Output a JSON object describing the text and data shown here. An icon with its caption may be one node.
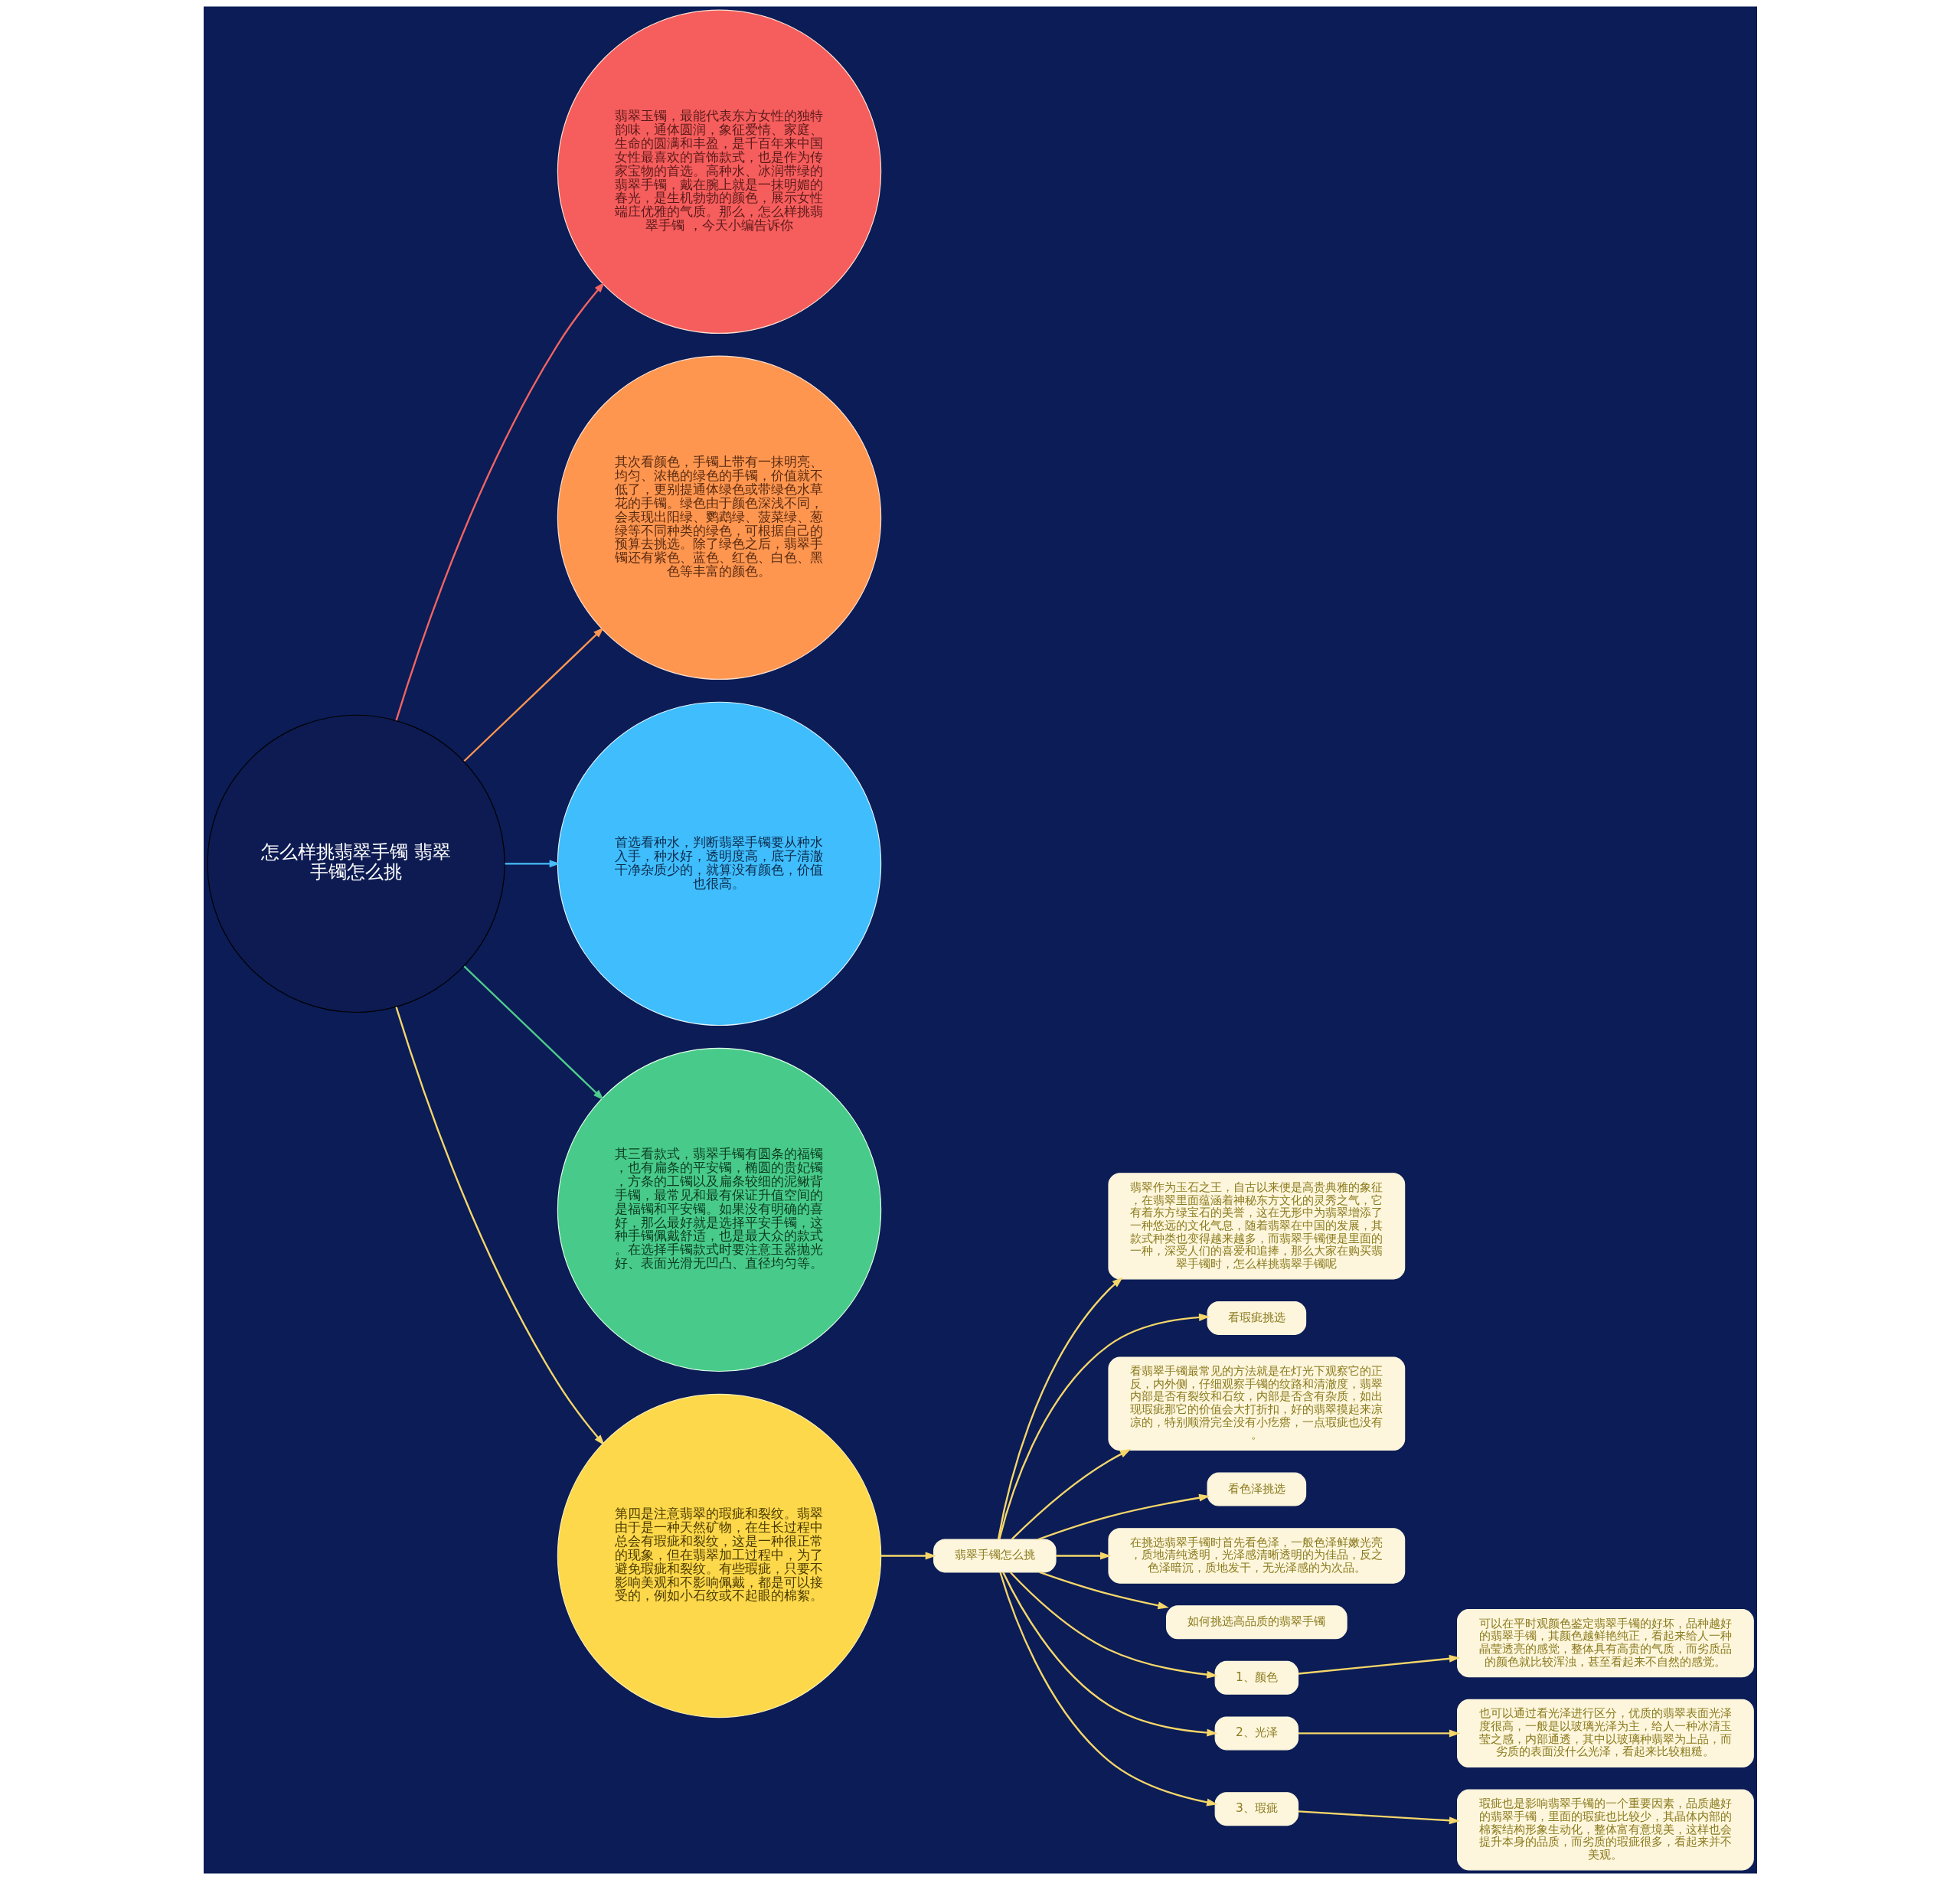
{
  "diagram": {
    "nodes": [
      {
        "text": [
          "怎么样挑翡翠手镯 翡翠手镯怎么挑"
        ]
      },
      {
        "text": [
          "翡翠玉镯，最能代表东方女性的独特韵味，通体圆润，象征爱情、家庭、生命的圆满和丰盈，是千百年来中国女性最喜欢的首饰款式，也是作为传家宝物的首选。高种水、冰润带绿的翡翠手镯，戴在腕上就是一抹明媚的春光，是生机勃勃的颜色，展示女性端庄优雅的气质。那么，怎么样挑翡翠手镯 ，今天小编告诉你"
        ]
      },
      {
        "text": [
          "其次看颜色，手镯上带有一抹明亮、均匀、浓艳的绿色的手镯，价值就不低了，更别提通体绿色或带绿色水草花的手镯。绿色由于颜色深浅不同，会表现出阳绿、鹦鹉绿、菠菜绿、葱绿等不同种类的绿色，可根据自己的预算去挑选。除了绿色之后，翡翠手镯还有紫色、蓝色、红色、白色、黑色等丰富的颜色。"
        ]
      },
      {
        "text": [
          "首选看种水，判断翡翠手镯要从种水入手，种水好，透明度高，底子清澈干净杂质少的，就算没有颜色，价值也很高。"
        ]
      },
      {
        "text": [
          "其三看款式，翡翠手镯有圆条的福镯，也有扁条的平安镯，椭圆的贵妃镯，方条的工镯以及扁条较细的泥鳅背手镯，最常见和最有保证升值空间的是福镯和平安镯。如果没有明确的喜好，那么最好就是选择平安手镯，这种手镯佩戴舒适，也是最大众的款式。在选择手镯款式时要注意玉器抛光好、表面光滑无凹凸、直径均匀等。"
        ]
      },
      {
        "text": [
          "第四是注意翡翠的瑕疵和裂纹。翡翠由于是一种天然矿物，在生长过程中总会有瑕疵和裂纹，这是一种很正常的现象，但在翡翠加工过程中，为了避免瑕疵和裂纹。有些瑕疵，只要不影响美观和不影响佩戴，都是可以接受的，例如小石纹或不起眼的棉絮。"
        ]
      },
      {
        "text": [
          "翡翠手镯怎么挑"
        ]
      },
      {
        "text": [
          "翡翠作为玉石之王，自古以来便是高贵典雅的象征，在翡翠里面蕴涵着神秘东方文化的灵秀之气，它有着东方绿宝石的美誉，这在无形中为翡翠增添了一种悠远的文化气息，随着翡翠在中国的发展，其款式种类也变得越来越多，而翡翠手镯便是里面的一种，深受人们的喜爱和追捧，那么大家在购买翡翠手镯时，怎么样挑翡翠手镯呢"
        ]
      },
      {
        "text": [
          "看瑕疵挑选"
        ]
      },
      {
        "text": [
          "看翡翠手镯最常见的方法就是在灯光下观察它的正反，内外侧，仔细观察手镯的纹路和清澈度，翡翠内部是否有裂纹和石纹，内部是否含有杂质，如出现瑕疵那它的价值会大打折扣，好的翡翠摸起来凉凉的，特别顺滑完全没有小疙瘩，一点瑕疵也没有。"
        ]
      },
      {
        "text": [
          "看色泽挑选"
        ]
      },
      {
        "text": [
          "在挑选翡翠手镯时首先看色泽，一般色泽鲜嫩光亮，质地清纯透明，光泽感清晰透明的为佳品，反之色泽暗沉，质地发干，无光泽感的为次品。"
        ]
      },
      {
        "text": [
          "如何挑选高品质的翡翠手镯"
        ]
      },
      {
        "text": [
          "1、颜色"
        ]
      },
      {
        "text": [
          "可以在平时观颜色鉴定翡翠手镯的好坏，品种越好的翡翠手镯，其颜色越鲜艳纯正，看起来给人一种晶莹透亮的感觉，整体具有高贵的气质，而劣质品的颜色就比较浑浊，甚至看起来不自然的感觉。"
        ]
      },
      {
        "text": [
          "2、光泽"
        ]
      },
      {
        "text": [
          "也可以通过看光泽进行区分，优质的翡翠表面光泽度很高，一般是以玻璃光泽为主，给人一种冰清玉莹之感，内部通透，其中以玻璃种翡翠为上品，而劣质的表面没什么光泽，看起来比较粗糙。"
        ]
      },
      {
        "text": [
          "3、瑕疵"
        ]
      },
      {
        "text": [
          "瑕疵也是影响翡翠手镯的一个重要因素，品质越好的翡翠手镯，里面的瑕疵也比较少，其晶体内部的棉絮结构形象生动化，整体富有意境美，这样也会提升本身的品质，而劣质的瑕疵很多，看起来并不美观。"
        ]
      }
    ],
    "edges": [
      {
        "from": 0,
        "to": 1,
        "arrow": "to",
        "color": "#f26462"
      },
      {
        "from": 0,
        "to": 2,
        "arrow": "to",
        "color": "#fd9550"
      },
      {
        "from": 0,
        "to": 3,
        "arrow": "to",
        "color": "#49bdf9"
      },
      {
        "from": 0,
        "to": 4,
        "arrow": "to",
        "color": "#4fcb8c"
      },
      {
        "from": 0,
        "to": 5,
        "arrow": "to"
      },
      {
        "from": 5,
        "to": 6,
        "arrow": "to"
      },
      {
        "from": 6,
        "to": 7,
        "arrow": "to"
      },
      {
        "from": 6,
        "to": 8,
        "arrow": "to"
      },
      {
        "from": 6,
        "to": 9,
        "arrow": "to"
      },
      {
        "from": 6,
        "to": 10,
        "arrow": "to"
      },
      {
        "from": 6,
        "to": 11,
        "arrow": "to"
      },
      {
        "from": 6,
        "to": 12,
        "arrow": "to"
      },
      {
        "from": 6,
        "to": 13,
        "arrow": "to"
      },
      {
        "from": 6,
        "to": 15,
        "arrow": "to"
      },
      {
        "from": 6,
        "to": 17,
        "arrow": "to"
      },
      {
        "from": 13,
        "to": 14,
        "arrow": "to"
      },
      {
        "from": 15,
        "to": 16,
        "arrow": "to"
      },
      {
        "from": 17,
        "to": 18,
        "arrow": "to"
      }
    ]
  }
}
